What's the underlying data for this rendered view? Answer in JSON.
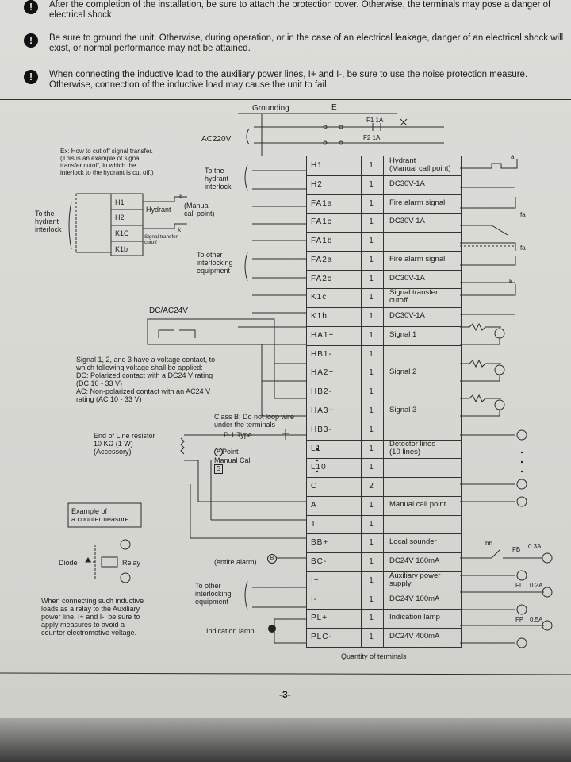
{
  "warnings": [
    "After the completion of the installation, be sure to attach the protection cover. Otherwise, the terminals may pose a danger of electrical shock.",
    "Be sure to ground the unit. Otherwise, during operation, or in the case of an electrical leakage, danger of an electrical shock will exist, or normal performance may not be attained.",
    "When connecting the inductive load to the auxiliary power lines, I+ and I-, be sure to use the noise protection measure. Otherwise, connection of the inductive load may cause the unit to fail."
  ],
  "power": {
    "grounding": "Grounding",
    "e": "E",
    "ac": "AC220V",
    "f1": "F1 1A",
    "f2": "F2 1A"
  },
  "left": {
    "example_note": "Ex: How to cut off signal transfer.\n(This is an example of signal\ntransfer cutoff, in which the\ninterlock to the hydrant is cut off.)",
    "to_hydrant_interlock_right": "To the\nhydrant\ninterlock",
    "to_hydrant_interlock_left": "To the\nhydrant\ninterlock",
    "mini_h1": "H1",
    "mini_h2": "H2",
    "mini_k1c": "K1C",
    "mini_k1b": "K1b",
    "mini_hydrant": "Hydrant",
    "mini_a": "a",
    "mini_k": "k",
    "mini_signal_cutoff": "Signal transfer\ncutoff",
    "manual_call_point": "(Manual\ncall point)",
    "to_other_interlocking": "To other\ninterlocking\nequipment",
    "dc_ac": "DC/AC24V",
    "signal_note": "Signal 1, 2, and 3 have a voltage contact, to\nwhich following voltage shall be applied:\nDC: Polarized contact with a DC24 V rating\n(DC 10 - 33 V)\nAC: Non-polarized contact with an AC24 V\nrating (AC 10 - 33 V)",
    "class_b": "Class B: Do not loop wire\nunder the terminals",
    "eol": "End of Line resistor\n10 KΩ (1 W)\n(Accessory)",
    "p1_type": "P-1 Type",
    "manual_call": "Manual Call",
    "point": "Point",
    "p_badge": "P",
    "s_badge": "S",
    "countermeasure": "Example of\na countermeasure",
    "diode": "Diode",
    "relay": "Relay",
    "inductive_note": "When connecting such inductive\nloads as a relay to the Auxiliary\npower line, I+ and I-, be sure to\napply measures to avoid a\ncounter electromotive voltage.",
    "entire_alarm": "(entire alarm)",
    "b_badge": "B",
    "to_other_interlocking_2": "To other\ninterlocking\nequipment",
    "indication_lamp": "Indication lamp"
  },
  "terminals": [
    {
      "name": "H1",
      "qty": "1",
      "desc": "Hydrant\n(Manual call point)"
    },
    {
      "name": "H2",
      "qty": "1",
      "desc": "DC30V-1A"
    },
    {
      "name": "FA1a",
      "qty": "1",
      "desc": "Fire alarm signal"
    },
    {
      "name": "FA1c",
      "qty": "1",
      "desc": "DC30V-1A"
    },
    {
      "name": "FA1b",
      "qty": "1",
      "desc": ""
    },
    {
      "name": "FA2a",
      "qty": "1",
      "desc": "Fire alarm signal"
    },
    {
      "name": "FA2c",
      "qty": "1",
      "desc": "DC30V-1A"
    },
    {
      "name": "K1c",
      "qty": "1",
      "desc": "Signal transfer\ncutoff"
    },
    {
      "name": "K1b",
      "qty": "1",
      "desc": "DC30V-1A"
    },
    {
      "name": "HA1+",
      "qty": "1",
      "desc": "Signal 1"
    },
    {
      "name": "HB1-",
      "qty": "1",
      "desc": ""
    },
    {
      "name": "HA2+",
      "qty": "1",
      "desc": "Signal 2"
    },
    {
      "name": "HB2-",
      "qty": "1",
      "desc": ""
    },
    {
      "name": "HA3+",
      "qty": "1",
      "desc": "Signal 3"
    },
    {
      "name": "HB3-",
      "qty": "1",
      "desc": ""
    },
    {
      "name": "L1",
      "qty": "1",
      "desc": "Detector lines\n(10 lines)"
    },
    {
      "name": "L10",
      "qty": "1",
      "desc": ""
    },
    {
      "name": "C",
      "qty": "2",
      "desc": ""
    },
    {
      "name": "A",
      "qty": "1",
      "desc": "Manual call point"
    },
    {
      "name": "T",
      "qty": "1",
      "desc": ""
    },
    {
      "name": "BB+",
      "qty": "1",
      "desc": "Local sounder"
    },
    {
      "name": "BC-",
      "qty": "1",
      "desc": "DC24V 160mA"
    },
    {
      "name": "I+",
      "qty": "1",
      "desc": "Auxiliary power\nsupply"
    },
    {
      "name": "I-",
      "qty": "1",
      "desc": "DC24V 100mA"
    },
    {
      "name": "PL+",
      "qty": "1",
      "desc": "Indication lamp"
    },
    {
      "name": "PLC-",
      "qty": "1",
      "desc": "DC24V 400mA"
    }
  ],
  "right": {
    "a": "a",
    "fa_1": "fa",
    "fa_2": "fa",
    "k": "k",
    "bb": "bb",
    "fb": "FB",
    "fb_rating": "0.3A",
    "fi": "FI",
    "fi_rating": "0.2A",
    "fp": "FP",
    "fp_rating": "0.5A"
  },
  "footer": {
    "quantity": "Quantity of terminals",
    "page": "-3-"
  },
  "colors": {
    "paper": "#d9d9d4",
    "ink": "#1b1b1b"
  }
}
